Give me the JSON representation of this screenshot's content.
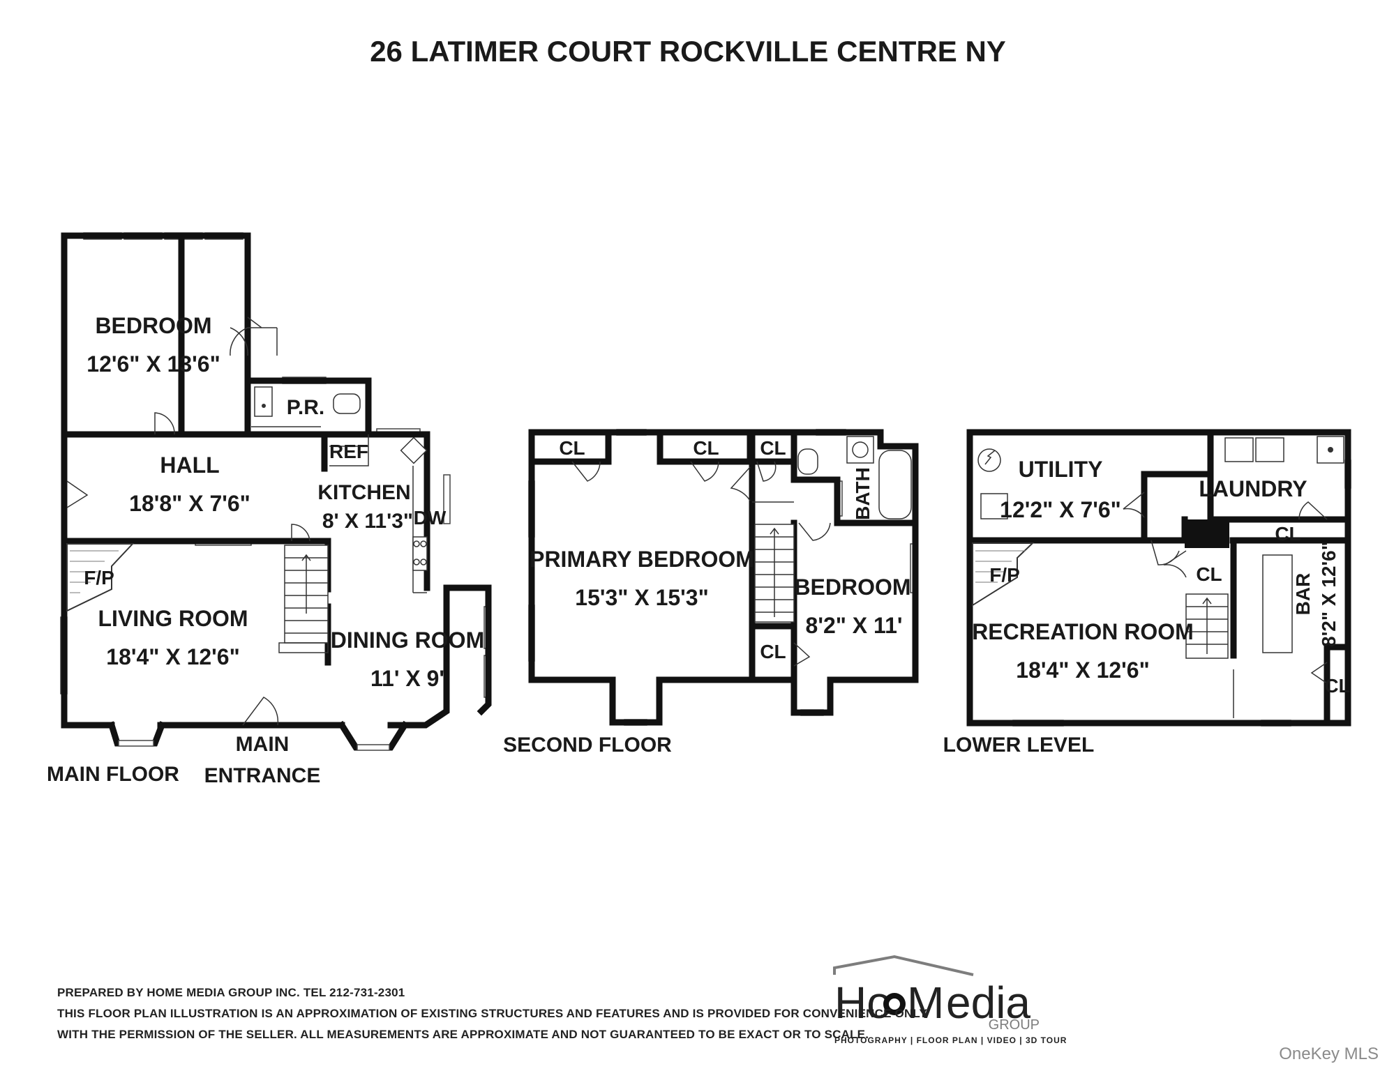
{
  "title": "26 LATIMER COURT ROCKVILLE CENTRE NY",
  "floors": {
    "main": {
      "label": "MAIN FLOOR",
      "entrance_label": [
        "MAIN",
        "ENTRANCE"
      ],
      "rooms": {
        "bedroom": {
          "name": "BEDROOM",
          "dims": "12'6\" X 13'6\""
        },
        "powder": {
          "name": "P.R."
        },
        "hall": {
          "name": "HALL",
          "dims": "18'8\" X 7'6\""
        },
        "ref": {
          "name": "REF"
        },
        "kitchen": {
          "name": "KITCHEN",
          "dims": "8' X 11'3\""
        },
        "dw": {
          "name": "DW"
        },
        "fireplace": {
          "name": "F/P"
        },
        "living": {
          "name": "LIVING ROOM",
          "dims": "18'4\" X 12'6\""
        },
        "dining": {
          "name": "DINING ROOM",
          "dims": "11' X 9'"
        }
      }
    },
    "second": {
      "label": "SECOND FLOOR",
      "rooms": {
        "cl1": {
          "name": "CL"
        },
        "cl2": {
          "name": "CL"
        },
        "cl3": {
          "name": "CL"
        },
        "cl4": {
          "name": "CL"
        },
        "primary": {
          "name": "PRIMARY BEDROOM",
          "dims": "15'3\" X 15'3\""
        },
        "bath": {
          "name": "BATH"
        },
        "bedroom": {
          "name": "BEDROOM",
          "dims": "8'2\" X 11'"
        }
      }
    },
    "lower": {
      "label": "LOWER LEVEL",
      "rooms": {
        "utility": {
          "name": "UTILITY",
          "dims": "12'2\" X 7'6\""
        },
        "laundry": {
          "name": "LAUNDRY"
        },
        "cl1": {
          "name": "CL"
        },
        "cl2": {
          "name": "CL"
        },
        "cl3": {
          "name": "CL"
        },
        "fireplace": {
          "name": "F/P"
        },
        "recreation": {
          "name": "RECREATION ROOM",
          "dims": "18'4\" X 12'6\""
        },
        "bar": {
          "name": "BAR",
          "dims": "8'2\" X 12'6\""
        }
      }
    }
  },
  "disclaimer": {
    "line1": "PREPARED BY  HOME MEDIA GROUP INC.  TEL 212-731-2301",
    "line2": "THIS FLOOR PLAN ILLUSTRATION IS AN APPROXIMATION OF EXISTING STRUCTURES AND FEATURES AND IS PROVIDED FOR CONVENIENCE ONLY",
    "line3": "WITH THE PERMISSION OF THE SELLER. ALL MEASUREMENTS ARE APPROXIMATE AND NOT GUARANTEED TO BE EXACT OR TO SCALE."
  },
  "logo": {
    "name_a": "Ho",
    "name_b": "edia",
    "group": "GROUP",
    "tagline": "PHOTOGRAPHY | FLOOR PLAN | VIDEO | 3D TOUR"
  },
  "watermark": "OneKey MLS"
}
